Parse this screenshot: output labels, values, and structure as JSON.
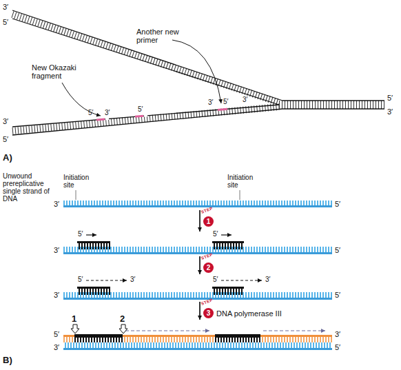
{
  "diagram": {
    "nodes": [
      {
        "text": [
          "STEP",
          "1"
        ]
      },
      {
        "text": [
          "STEP",
          "2"
        ]
      },
      {
        "text": [
          "STEP",
          "3"
        ]
      }
    ],
    "labels": [
      "3′",
      "5′",
      "New Okazaki fragment",
      "Another new primer",
      "5′",
      "3′",
      "5′",
      "3′",
      "5′",
      "3′",
      "5′",
      "3′",
      "3′",
      "5′",
      "A)",
      "Unwound prereplicative single strand of DNA",
      "Initiation site",
      "Initiation site",
      "3′",
      "5′",
      "5′",
      "5′",
      "3′",
      "5′",
      "5′",
      "3′",
      "5′",
      "3′",
      "3′",
      "5′",
      "DNA polymerase III",
      "1",
      "2",
      "5′",
      "3′",
      "3′",
      "5′",
      "B)"
    ]
  }
}
